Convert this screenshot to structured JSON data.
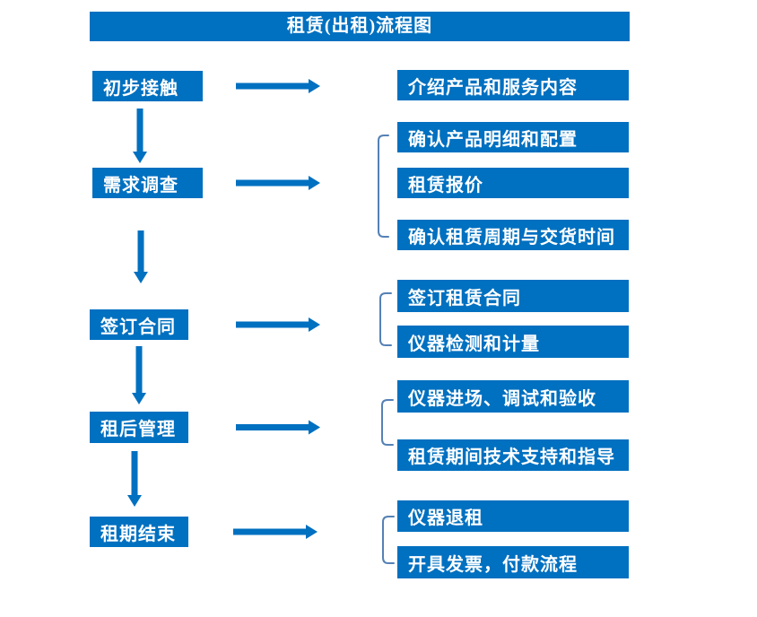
{
  "title": "租赁(出租)流程图",
  "colors": {
    "primary": "#0070C0",
    "bracket": "#5581B5",
    "text": "#FFFFFF"
  },
  "steps": [
    {
      "label": "初步接触",
      "details": [
        "介绍产品和服务内容"
      ]
    },
    {
      "label": "需求调查",
      "details": [
        "确认产品明细和配置",
        "租赁报价",
        "确认租赁周期与交货时间"
      ]
    },
    {
      "label": "签订合同",
      "details": [
        "签订租赁合同",
        "仪器检测和计量"
      ]
    },
    {
      "label": "租后管理",
      "details": [
        "仪器进场、调试和验收",
        "租赁期间技术支持和指导"
      ]
    },
    {
      "label": "租期结束",
      "details": [
        "仪器退租",
        "开具发票，付款流程"
      ]
    }
  ]
}
